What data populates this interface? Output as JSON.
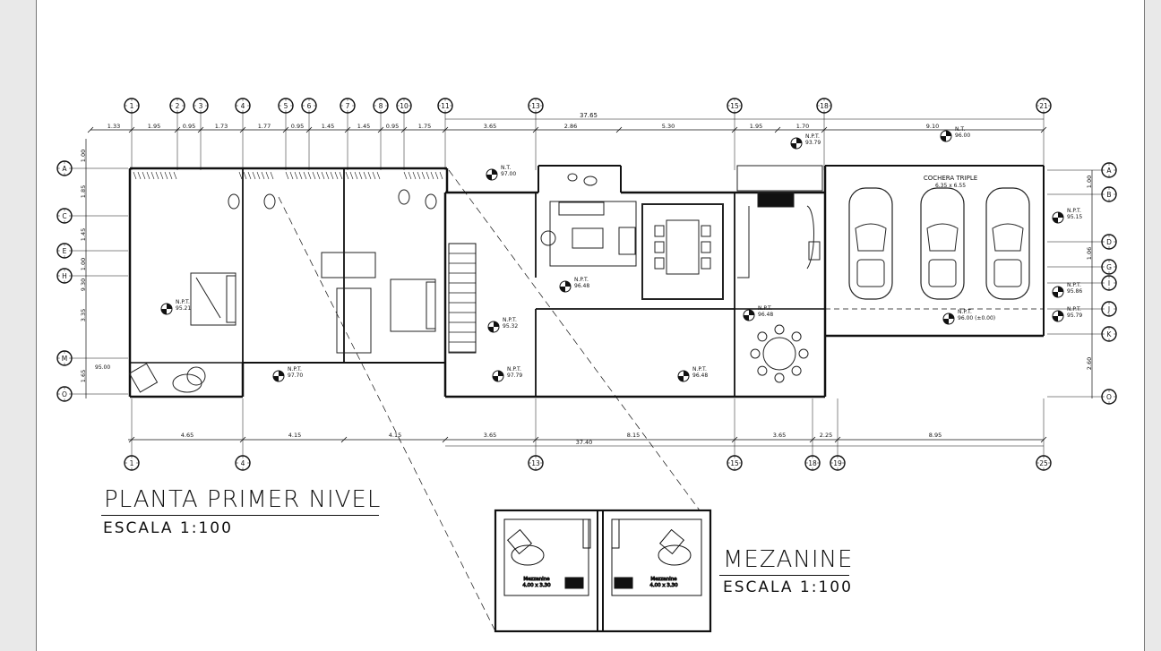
{
  "titles": {
    "main": "PLANTA PRIMER NIVEL",
    "main_scale": "ESCALA 1:100",
    "mezzanine": "MEZANINE",
    "mezzanine_scale": "ESCALA 1:100"
  },
  "axes": {
    "top": [
      "1",
      "2",
      "3",
      "4",
      "5",
      "6",
      "7",
      "8",
      "10",
      "11",
      "13",
      "15",
      "18",
      "21"
    ],
    "bottom": [
      "1",
      "4",
      "13",
      "15",
      "18",
      "19",
      "25"
    ],
    "left": [
      "A",
      "C",
      "E",
      "H",
      "M",
      "O"
    ],
    "right": [
      "A",
      "B",
      "D",
      "G",
      "I",
      "J",
      "K",
      "O"
    ]
  },
  "dimensions": {
    "top_total": "37.65",
    "top": [
      "1.33",
      "1.95",
      "0.95",
      "1.73",
      "1.77",
      "0.95",
      "1.45",
      "1.45",
      "0.95",
      "1.75",
      "3.65",
      "2.86",
      "5.30",
      "1.95",
      "1.70",
      "9.10"
    ],
    "bottom": [
      "4.65",
      "4.15",
      "4.15",
      "3.65",
      "8.15",
      "3.65",
      "2.25",
      "8.95"
    ],
    "bottom_total": "37.40",
    "left": [
      "1.00",
      "1.85",
      "1.45",
      "1.00",
      "9.30",
      "3.35",
      "1.65"
    ],
    "right": [
      "1.00",
      "1.06",
      "2.60"
    ]
  },
  "labels": {
    "garage": "COCHERA TRIPLE",
    "garage_size": "6.35 x 6.55",
    "mezzanine_room": "Mezzanine",
    "mezzanine_size": "4.00 x 3.30"
  },
  "levels": {
    "entrance": "N.T.\n97.00",
    "garage_top": "N.T.\n96.00",
    "stair": "N.P.T.\n93.79",
    "bedroom": "N.P.T.\n95.21",
    "hall": "N.P.T.\n97.70",
    "living1": "N.P.T.\n95.32",
    "living2": "N.P.T.\n97.79",
    "sala": "N.P.T.\n96.48",
    "terrace": "N.P.T.\n96.48",
    "dining": "N.P.T.\n96.48",
    "garage": "N.P.T.\n96.00 (±0.00)",
    "right1": "N.P.T.\n95.15",
    "right2": "N.P.T.\n95.86",
    "right3": "N.P.T.\n95.79",
    "bed_left": "95.00"
  }
}
